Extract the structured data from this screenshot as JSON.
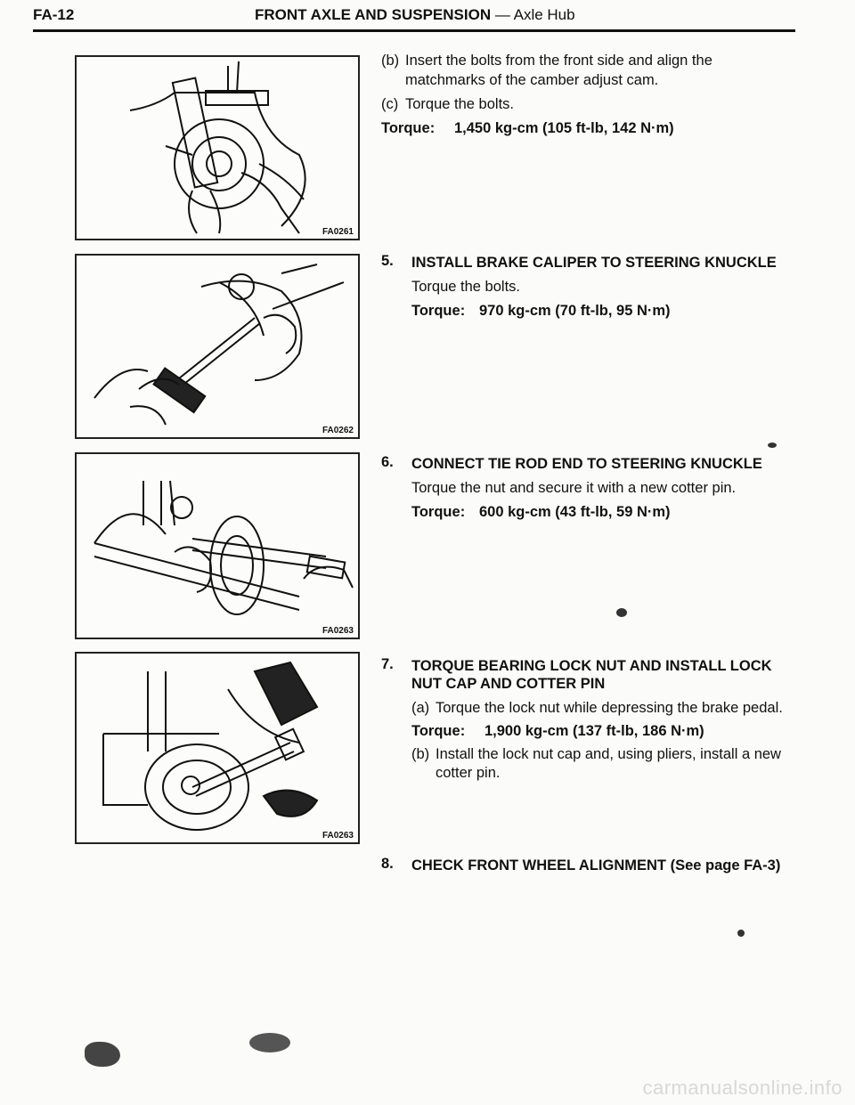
{
  "header": {
    "page_number": "FA-12",
    "section_title": "FRONT AXLE AND SUSPENSION",
    "separator": " — ",
    "subsection": "Axle Hub"
  },
  "figures": [
    {
      "code": "FA0261",
      "icon": "caliper-removal-illustration"
    },
    {
      "code": "FA0262",
      "icon": "caliper-torque-illustration"
    },
    {
      "code": "FA0263",
      "icon": "tie-rod-torque-illustration"
    },
    {
      "code": "FA0263",
      "icon": "lock-nut-torque-illustration"
    }
  ],
  "steps": {
    "intro": {
      "b_label": "(b)",
      "b_line1": "Insert the bolts from the front side and align the",
      "b_line2": "matchmarks of the camber adjust cam.",
      "c_label": "(c)",
      "c_text": "Torque the bolts.",
      "torque_label": "Torque:",
      "torque_value": "1,450 kg-cm (105 ft-lb, 142 N·m)"
    },
    "s5": {
      "number": "5.",
      "title": "INSTALL BRAKE CALIPER TO STEERING KNUCKLE",
      "text": "Torque the bolts.",
      "torque_label": "Torque:",
      "torque_value": "970 kg-cm (70 ft-lb, 95 N·m)"
    },
    "s6": {
      "number": "6.",
      "title": "CONNECT TIE ROD END TO STEERING KNUCKLE",
      "text": "Torque the nut and secure it with a new cotter pin.",
      "torque_label": "Torque:",
      "torque_value": "600 kg-cm (43 ft-lb, 59 N·m)"
    },
    "s7": {
      "number": "7.",
      "title_line1": "TORQUE BEARING LOCK NUT AND INSTALL LOCK",
      "title_line2": "NUT CAP AND COTTER PIN",
      "a_label": "(a)",
      "a_text": "Torque the lock nut while depressing the brake pedal.",
      "torque_label": "Torque:",
      "torque_value": "1,900 kg-cm (137 ft-lb, 186 N·m)",
      "b_label": "(b)",
      "b_line1": "Install the lock nut cap and, using pliers, install a new",
      "b_line2": "cotter pin."
    },
    "s8": {
      "number": "8.",
      "title": "CHECK FRONT WHEEL ALIGNMENT (See page FA-3)"
    }
  },
  "footer": {
    "watermark": "carmanualsonline.info"
  }
}
